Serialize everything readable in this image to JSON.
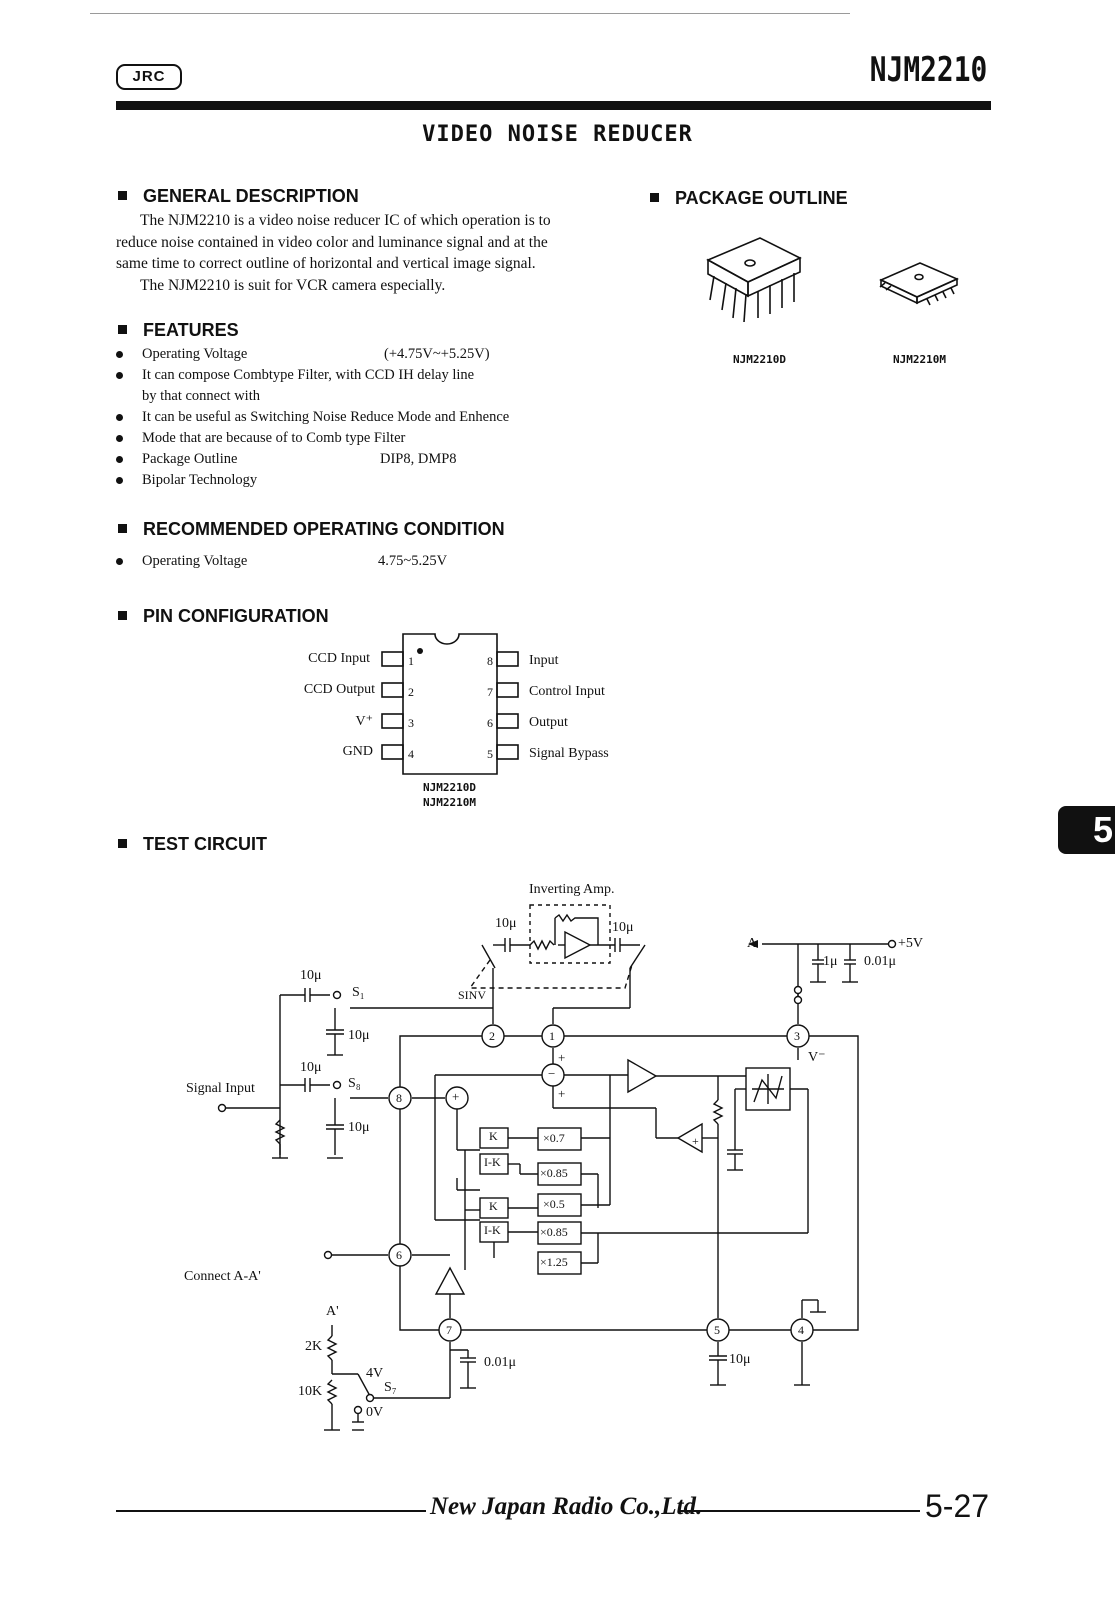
{
  "header": {
    "logo_text": "JRC",
    "part_number": "NJM2210",
    "title": "VIDEO NOISE REDUCER"
  },
  "general_description": {
    "heading": "GENERAL DESCRIPTION",
    "paragraph1_lines": [
      "The NJM2210 is a video noise reducer IC of which operation is to",
      "reduce noise contained in video color and luminance signal and at the",
      "same time to correct outline of horizontal and vertical image signal."
    ],
    "paragraph2": "The NJM2210 is suit for VCR camera especially."
  },
  "package_outline": {
    "heading": "PACKAGE OUTLINE",
    "caption_dip": "NJM2210D",
    "caption_dmp": "NJM2210M"
  },
  "features": {
    "heading": "FEATURES",
    "items": [
      {
        "text": "Operating Voltage",
        "value": "(+4.75V~+5.25V)"
      },
      {
        "text": "It can compose Combtype Filter, with CCD IH delay line",
        "continuation": "by that connect with"
      },
      {
        "text": "It can be useful as Switching Noise Reduce Mode and Enhence"
      },
      {
        "text": "Mode that are because of to Comb type Filter"
      },
      {
        "text": "Package Outline",
        "value": "DIP8, DMP8"
      },
      {
        "text": "Bipolar Technology"
      }
    ]
  },
  "recommended": {
    "heading": "RECOMMENDED OPERATING CONDITION",
    "items": [
      {
        "text": "Operating Voltage",
        "value": "4.75~5.25V"
      }
    ]
  },
  "pin_configuration": {
    "heading": "PIN CONFIGURATION",
    "left_pins": [
      {
        "num": "1",
        "label": "CCD Input"
      },
      {
        "num": "2",
        "label": "CCD Output"
      },
      {
        "num": "3",
        "label": "V⁺"
      },
      {
        "num": "4",
        "label": "GND"
      }
    ],
    "right_pins": [
      {
        "num": "8",
        "label": "Input"
      },
      {
        "num": "7",
        "label": "Control Input"
      },
      {
        "num": "6",
        "label": "Output"
      },
      {
        "num": "5",
        "label": "Signal Bypass"
      }
    ],
    "caption_lines": [
      "NJM2210D",
      "NJM2210M"
    ]
  },
  "test_circuit": {
    "heading": "TEST CIRCUIT",
    "inverting_amp": "Inverting Amp.",
    "cap_10u": "10μ",
    "cap_1u": "1μ",
    "cap_001u": "0.01μ",
    "supply": "+5V",
    "node_a": "A",
    "node_a_prime": "A'",
    "vminus": "V⁻",
    "switch_s1": "S₁",
    "switch_s8": "S₈",
    "switch_sinv": "SINV",
    "switch_s7": "S₇",
    "signal_input": "Signal Input",
    "connect_label": "Connect A-A'",
    "r_2k": "2K",
    "r_10k": "10K",
    "v4": "4V",
    "v0": "0V",
    "plus": "+",
    "minus": "−",
    "block_k": "K",
    "block_ik": "I-K",
    "mult_07": "×0.7",
    "mult_085": "×0.85",
    "mult_05": "×0.5",
    "mult_125": "×1.25",
    "pin_nodes": [
      "1",
      "2",
      "3",
      "4",
      "5",
      "6",
      "7",
      "8"
    ]
  },
  "footer": {
    "brand": "New Japan Radio Co.,Ltd.",
    "page": "5-27"
  },
  "side_tab": "5"
}
